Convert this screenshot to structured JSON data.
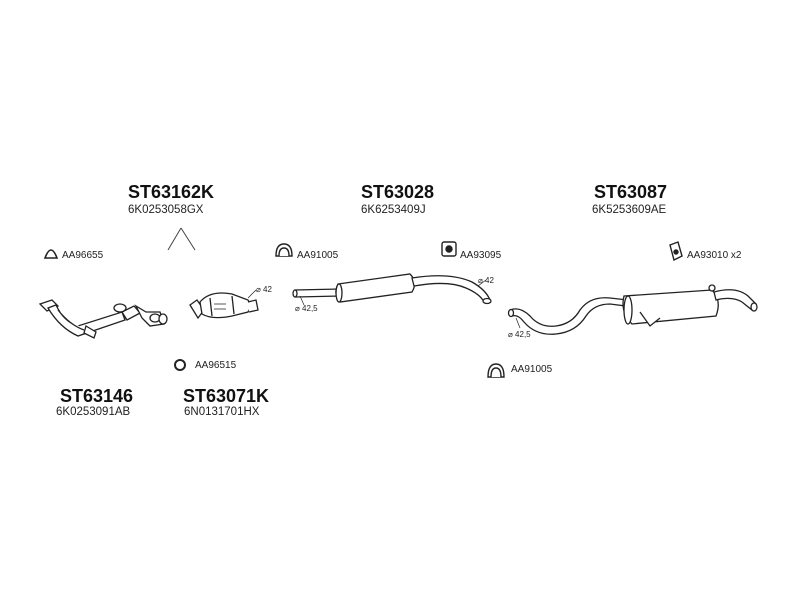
{
  "parts": {
    "front_pipe": {
      "code": "ST63146",
      "oem": "6K0253091AB"
    },
    "catalyst": {
      "code": "ST63071K",
      "oem": "6N0131701HX"
    },
    "catalyst_kit": {
      "code": "ST63162K",
      "oem": "6K0253058GX"
    },
    "middle_silencer": {
      "code": "ST63028",
      "oem": "6K6253409J"
    },
    "rear_silencer": {
      "code": "ST63087",
      "oem": "6K5253609AE"
    }
  },
  "accessories": {
    "ring_a": "AA96655",
    "clamp_a": "AA91005",
    "mount_a": "AA93095",
    "hanger": "AA93010 x2",
    "ring_b": "AA96515",
    "clamp_b": "AA91005"
  },
  "dimensions": {
    "cat_outlet": "⌀ 42",
    "mid_inlet": "⌀ 42,5",
    "mid_outlet": "⌀ 42",
    "rear_inlet": "⌀ 42,5"
  }
}
